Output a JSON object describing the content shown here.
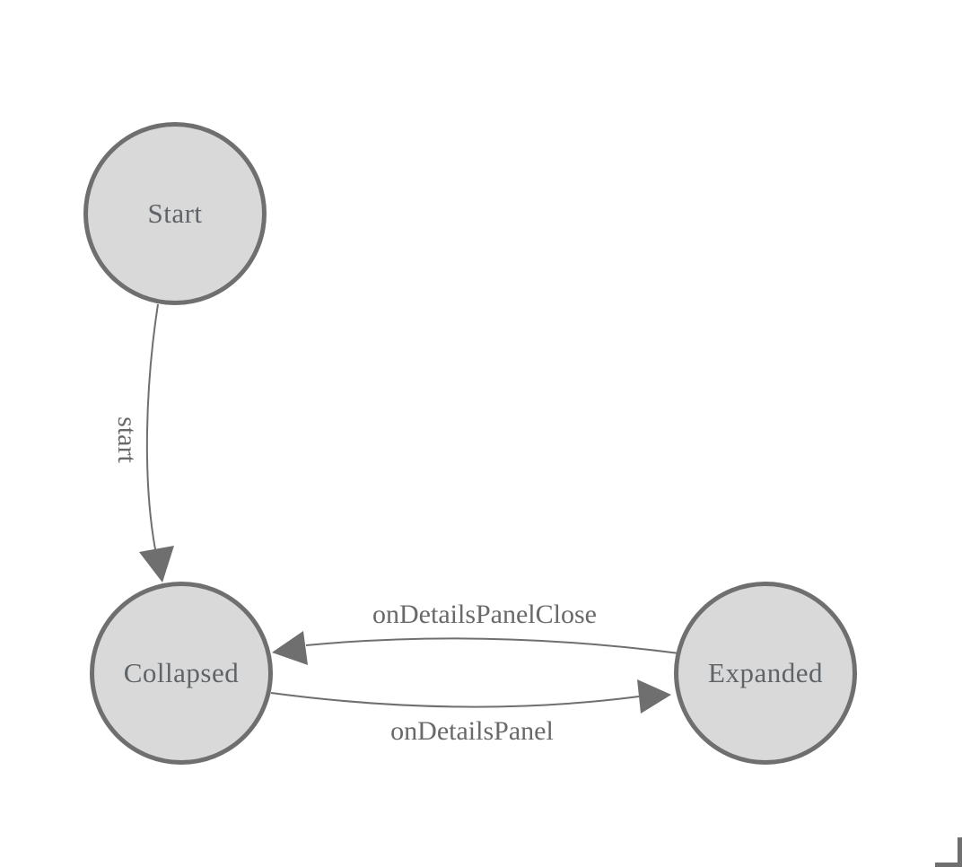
{
  "diagram": {
    "type": "state-machine",
    "nodes": [
      {
        "id": "Start",
        "label": "Start",
        "shape": "circle"
      },
      {
        "id": "Collapsed",
        "label": "Collapsed",
        "shape": "circle"
      },
      {
        "id": "Expanded",
        "label": "Expanded",
        "shape": "circle"
      }
    ],
    "edges": [
      {
        "from": "Start",
        "to": "Collapsed",
        "label": "start"
      },
      {
        "from": "Expanded",
        "to": "Collapsed",
        "label": "onDetailsPanelClose"
      },
      {
        "from": "Collapsed",
        "to": "Expanded",
        "label": "onDetailsPanel"
      }
    ],
    "colors": {
      "node_fill": "#d9d9d9",
      "node_border": "#6f6f6f",
      "edge_stroke": "#6f6f6f",
      "label_text": "#696969",
      "background": "#ffffff"
    }
  }
}
